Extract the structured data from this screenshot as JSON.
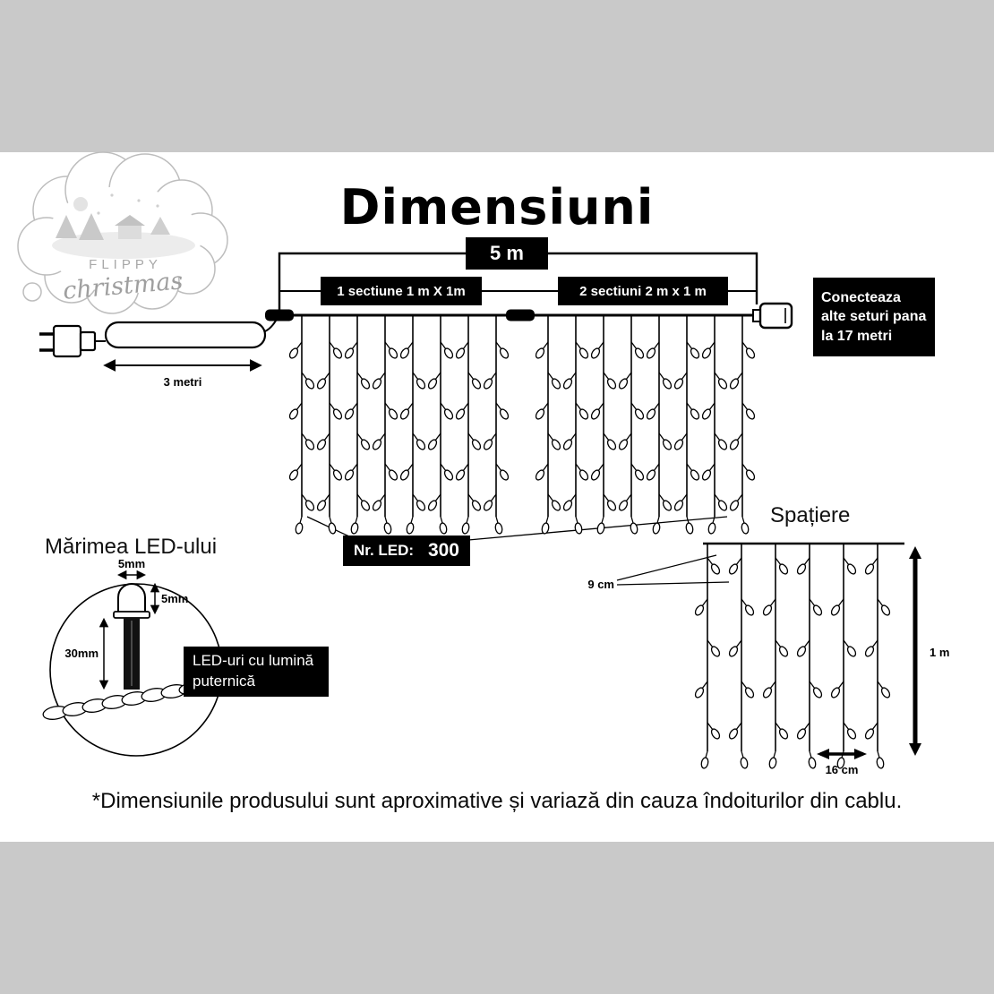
{
  "title": "Dimensiuni",
  "logo": {
    "name_top": "FLIPPY",
    "name_script": "christmas"
  },
  "main_diagram": {
    "total_width_label": "5 m",
    "section1_label": "1 sectiune 1 m X 1m",
    "section2_label": "2 sectiuni 2 m x 1 m",
    "connect_note": "Conecteaza\nalte seturi pana\nla 17 metri",
    "lead_label": "3 metri",
    "led_count_label": "Nr. LED:",
    "led_count_value": "300"
  },
  "led_size": {
    "heading": "Mărimea LED-ului",
    "bulb_width": "5mm",
    "bulb_height": "5mm",
    "body_height": "30mm",
    "note": "LED-uri cu lumină\nputernică"
  },
  "spacing": {
    "heading": "Spațiere",
    "led_gap": "9 cm",
    "curtain_height": "1 m",
    "strand_gap": "16 cm"
  },
  "footnote": "*Dimensiunile produsului sunt aproximative și variază din cauza îndoiturilor din cablu."
}
